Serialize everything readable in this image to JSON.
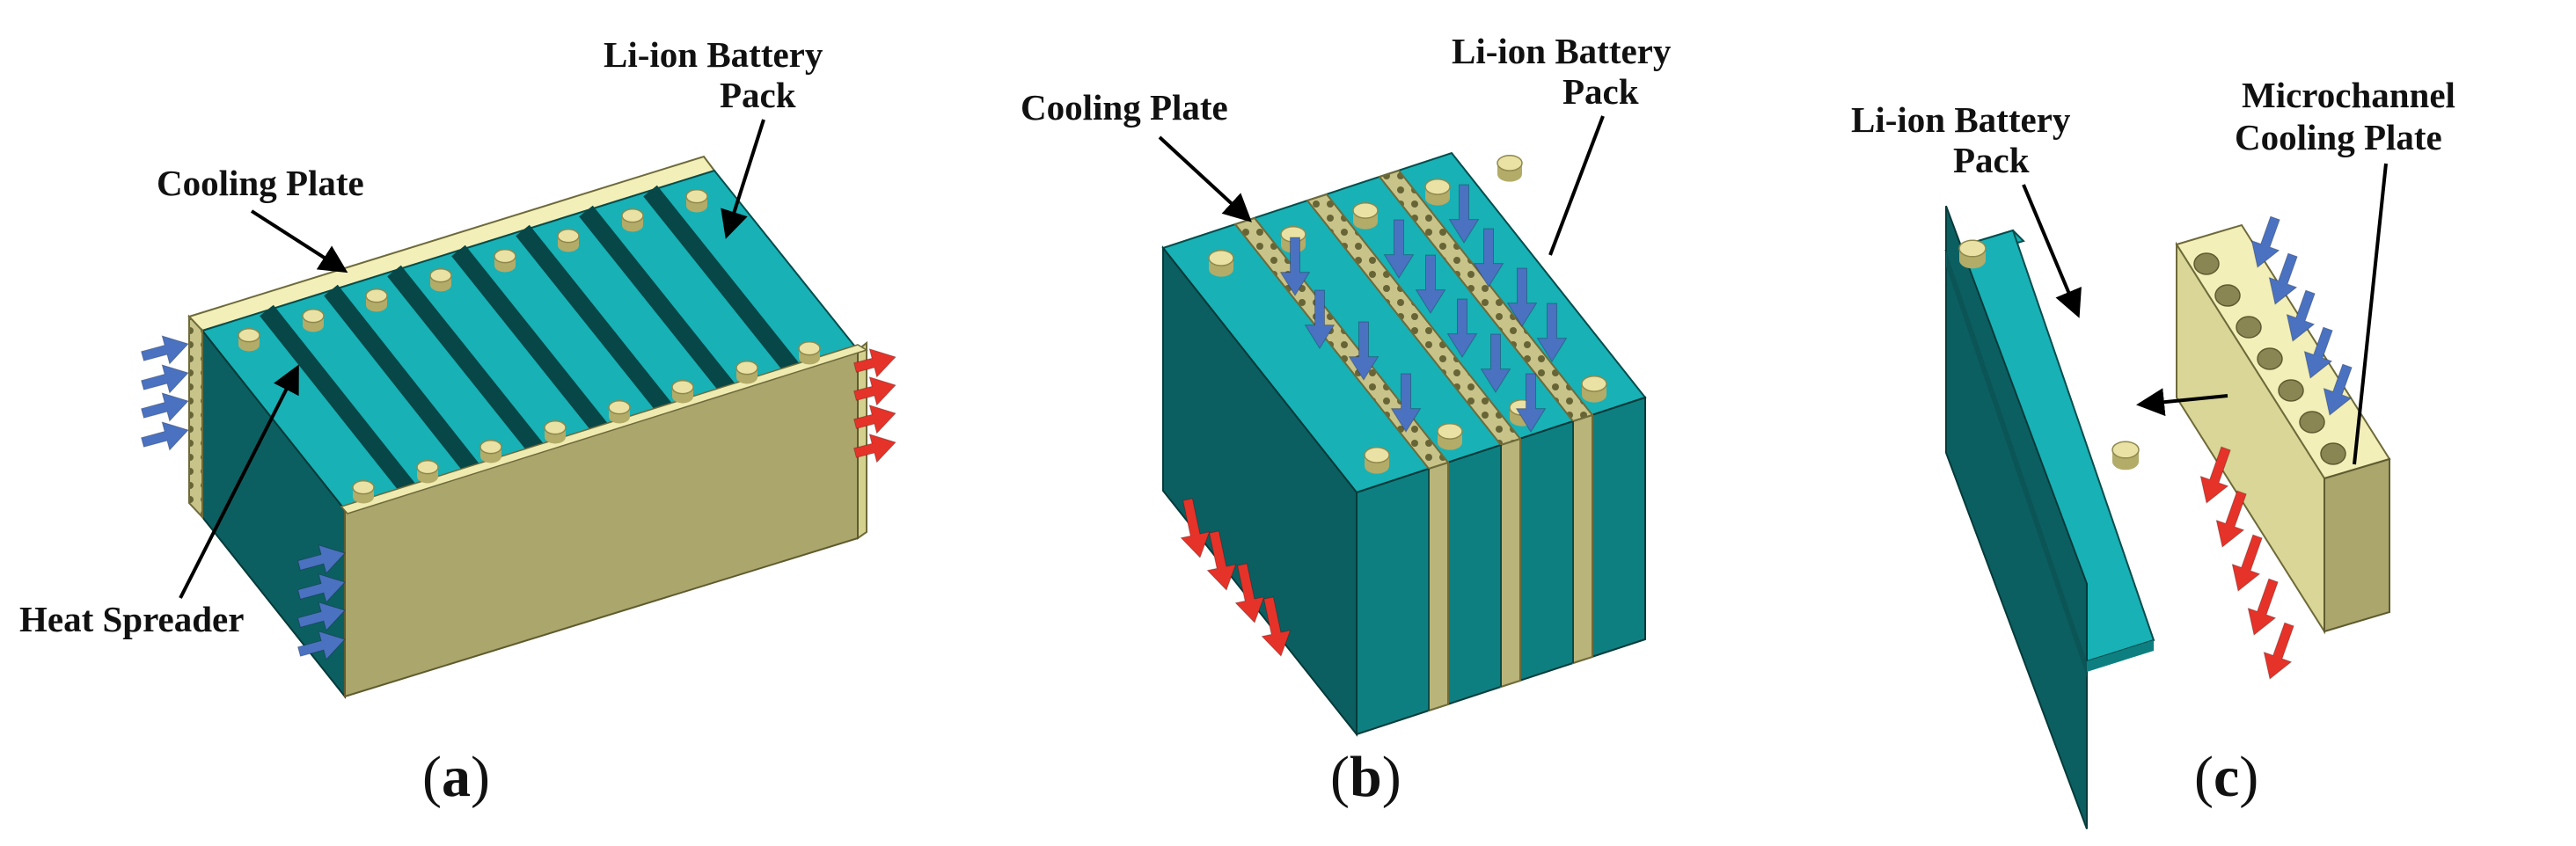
{
  "panels": [
    {
      "id": "a",
      "caption_open": "(",
      "caption_letter": "a",
      "caption_close": ")",
      "labels": {
        "battery_line1": "Li-ion Battery",
        "battery_line2": "Pack",
        "cooling_plate": "Cooling Plate",
        "heat_spreader": "Heat Spreader"
      }
    },
    {
      "id": "b",
      "caption_open": "(",
      "caption_letter": "b",
      "caption_close": ")",
      "labels": {
        "cooling_plate": "Cooling Plate",
        "battery_line1": "Li-ion Battery",
        "battery_line2": "Pack"
      }
    },
    {
      "id": "c",
      "caption_open": "(",
      "caption_letter": "c",
      "caption_close": ")",
      "labels": {
        "battery_line1": "Li-ion Battery",
        "battery_line2": "Pack",
        "plate_line1": "Microchannel",
        "plate_line2": "Cooling Plate"
      }
    }
  ],
  "colors": {
    "battery_top": "#18b1b5",
    "battery_front": "#0c6a6c",
    "battery_side": "#12908f",
    "battery_groove": "#074748",
    "plate_light": "#f3efb8",
    "plate_mid": "#d9d697",
    "plate_dark": "#aaa66c",
    "terminal": "#e9e2a4",
    "terminal_edge": "#b3ab68",
    "coolant_in": "#4a72c0",
    "coolant_out": "#e5332a",
    "text": "#111111"
  }
}
